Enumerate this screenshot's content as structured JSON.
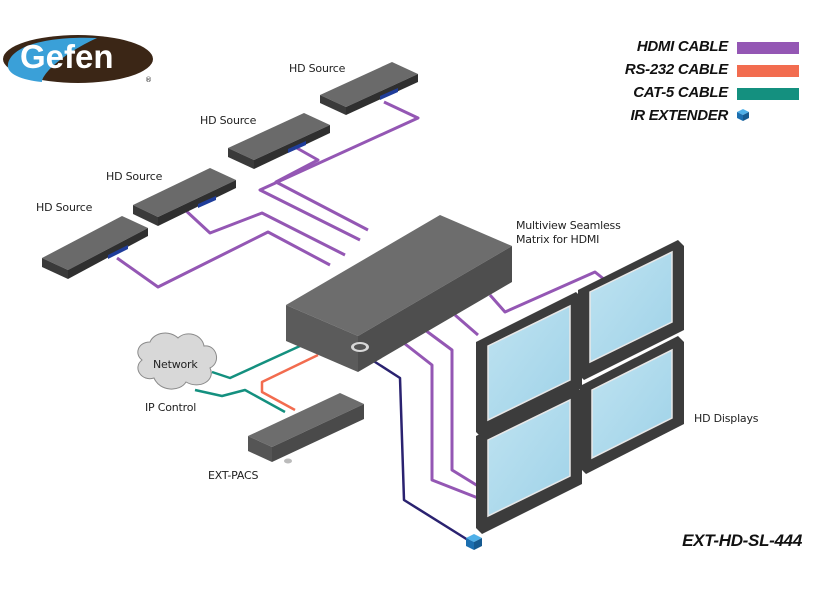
{
  "brand": {
    "logo_text": "Gefen",
    "registered_mark": "®",
    "colors": {
      "blue": "#3aa0d8",
      "brown": "#3b2616"
    }
  },
  "legend": {
    "items": [
      {
        "label": "HDMI CABLE",
        "type": "line",
        "color": "#9457b4"
      },
      {
        "label": "RS-232 CABLE",
        "type": "line",
        "color": "#f26c4f"
      },
      {
        "label": "CAT-5 CABLE",
        "type": "line",
        "color": "#14907f"
      },
      {
        "label": "IR EXTENDER",
        "type": "cube",
        "color": "#1b7fc7"
      }
    ]
  },
  "devices": {
    "sources": [
      "HD Source",
      "HD Source",
      "HD Source",
      "HD Source"
    ],
    "matrix": "Multiview Seamless",
    "matrix_line2": "Matrix for HDMI",
    "network": "Network",
    "ip_control": "IP Control",
    "ext_pacs": "EXT-PACS",
    "displays": "HD Displays"
  },
  "model_number": "EXT-HD-SL-444",
  "cable_colors": {
    "hdmi": "#9457b4",
    "rs232": "#f26c4f",
    "cat5": "#14907f",
    "ir": "#2a2270"
  }
}
